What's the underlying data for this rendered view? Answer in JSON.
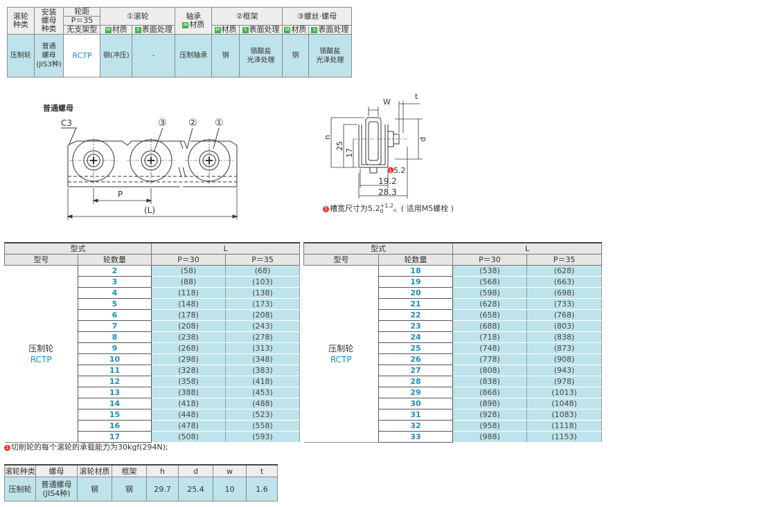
{
  "spec": {
    "h_type": "滚轮\n种类",
    "h_nut": "安装\n螺母\n种类",
    "h_pitch": "轮距",
    "h_pitch_p": "P＝35",
    "h_pitch_type": "无支架型",
    "h_roller": "①滚轮",
    "h_bearing": "轴承",
    "h_bearing_mat": "材质",
    "h_frame": "②框架",
    "h_screw": "③螺丝·螺母",
    "tag_m": "M",
    "tag_s": "S",
    "lbl_mat": "材质",
    "lbl_surface": "表面处理",
    "v_type": "压制轮",
    "v_nut": "普通\n螺母\n(JIS3种)",
    "v_pitch": "RCTP",
    "v_roller_mat": "钢(冲压)",
    "v_roller_surface": "-",
    "v_bearing": "压制轴承",
    "v_frame_mat": "钢",
    "v_frame_surface": "铬酸盐\n光泽处理",
    "v_screw_mat": "钢",
    "v_screw_surface": "铬酸盐\n光泽处理"
  },
  "drawing": {
    "title": "普通螺母",
    "c3": "C3",
    "n1": "①",
    "n2": "②",
    "n3": "③",
    "p": "P",
    "l": "(L)",
    "w": "W",
    "t": "t",
    "h": "h",
    "d": "d",
    "d25": "25",
    "d17": "17",
    "d52": "5.2",
    "d192": "19.2",
    "d283": "28.3",
    "note_mark": "1",
    "note_text": "槽宽尺寸为5.2",
    "note_sup": "+1.2",
    "note_sub": "0",
    "note_tail": "。( 适用M5螺栓 )"
  },
  "tables": {
    "h_type": "型式",
    "h_l": "L",
    "h_model": "型号",
    "h_qty": "轮数量",
    "h_p30": "P＝30",
    "h_p35": "P＝35",
    "model_name": "压制轮",
    "model_code": "RCTP",
    "left_rows": [
      [
        "2",
        "(58)",
        "(68)"
      ],
      [
        "3",
        "(88)",
        "(103)"
      ],
      [
        "4",
        "(118)",
        "(138)"
      ],
      [
        "5",
        "(148)",
        "(173)"
      ],
      [
        "6",
        "(178)",
        "(208)"
      ],
      [
        "7",
        "(208)",
        "(243)"
      ],
      [
        "8",
        "(238)",
        "(278)"
      ],
      [
        "9",
        "(268)",
        "(313)"
      ],
      [
        "10",
        "(298)",
        "(348)"
      ],
      [
        "11",
        "(328)",
        "(383)"
      ],
      [
        "12",
        "(358)",
        "(418)"
      ],
      [
        "13",
        "(388)",
        "(453)"
      ],
      [
        "14",
        "(418)",
        "(488)"
      ],
      [
        "15",
        "(448)",
        "(523)"
      ],
      [
        "16",
        "(478)",
        "(558)"
      ],
      [
        "17",
        "(508)",
        "(593)"
      ]
    ],
    "right_rows": [
      [
        "18",
        "(538)",
        "(628)"
      ],
      [
        "19",
        "(568)",
        "(663)"
      ],
      [
        "20",
        "(598)",
        "(698)"
      ],
      [
        "21",
        "(628)",
        "(733)"
      ],
      [
        "22",
        "(658)",
        "(768)"
      ],
      [
        "23",
        "(688)",
        "(803)"
      ],
      [
        "24",
        "(718)",
        "(838)"
      ],
      [
        "25",
        "(748)",
        "(873)"
      ],
      [
        "26",
        "(778)",
        "(908)"
      ],
      [
        "27",
        "(808)",
        "(943)"
      ],
      [
        "28",
        "(838)",
        "(978)"
      ],
      [
        "29",
        "(868)",
        "(1013)"
      ],
      [
        "30",
        "(898)",
        "(1048)"
      ],
      [
        "31",
        "(928)",
        "(1083)"
      ],
      [
        "32",
        "(958)",
        "(1118)"
      ],
      [
        "33",
        "(988)",
        "(1153)"
      ]
    ]
  },
  "load_note": {
    "mark": "1",
    "text": "切削轮的每个滚轮的承载能力为30kgf(294N);"
  },
  "bottom": {
    "headers": [
      "滚轮种类",
      "螺母",
      "滚轮材质",
      "框架",
      "h",
      "d",
      "w",
      "t"
    ],
    "row": [
      "压制轮",
      "普通螺母\n(JIS4种)",
      "钢",
      "钢",
      "29.7",
      "25.4",
      "10",
      "1.6"
    ]
  }
}
